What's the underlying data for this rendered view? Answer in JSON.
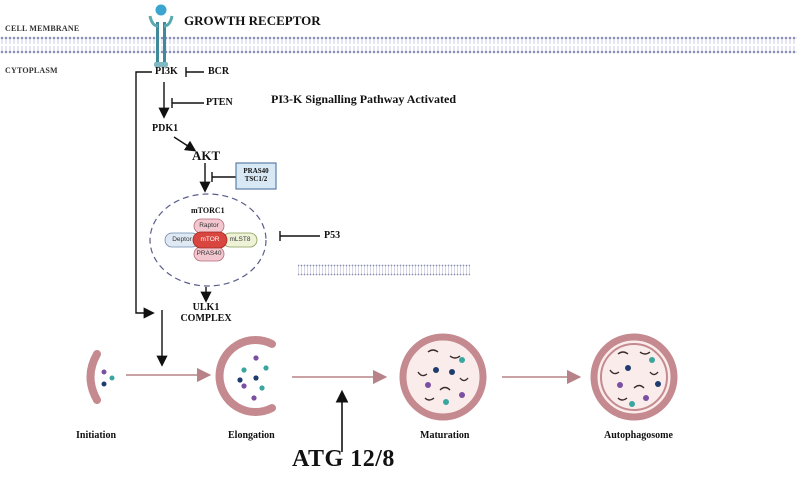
{
  "membrane": {
    "cell_membrane_label": "CELL MEMBRANE",
    "cytoplasm_label": "CYTOPLASM",
    "receptor_label": "GROWTH RECEPTOR"
  },
  "pathway": {
    "title": "PI3-K Signalling Pathway Activated",
    "pi3k": "PI3K",
    "bcr": "BCR",
    "pten": "PTEN",
    "pdk1": "PDK1",
    "akt": "AKT",
    "pras40_box_line1": "PRAS40",
    "pras40_box_line2": "TSC1/2",
    "mtorc1_label": "mTORC1",
    "raptor": "Raptor",
    "deptor": "Deptor",
    "mtor": "mTOR",
    "mlst8": "mLST8",
    "pras40": "PRAS40",
    "p53": "P53",
    "ulk1_line1": "ULK1",
    "ulk1_line2": "COMPLEX"
  },
  "stages": {
    "initiation": "Initiation",
    "elongation": "Elongation",
    "maturation": "Maturation",
    "autophagosome": "Autophagosome"
  },
  "atg": "ATG 12/8",
  "colors": {
    "membrane": "#8a8fb8",
    "phagophore": "#c48a8f",
    "flow_arrow": "#b88388",
    "pras40_box_fill": "#d9e8f5",
    "pras40_box_border": "#5a7fa8",
    "mtor_fill": "#d9453f",
    "raptor_fill": "#f3c7cf",
    "pras40_pill_fill": "#f3c7cf",
    "deptor_fill": "#dfe9f4",
    "mlst8_fill": "#eef3d8",
    "dot_purple": "#7b4fa1",
    "dot_teal": "#3aa6a0",
    "dot_navy": "#1f3c6e"
  },
  "icons": [
    "receptor-icon",
    "phagophore-icon",
    "autophagosome-icon"
  ]
}
